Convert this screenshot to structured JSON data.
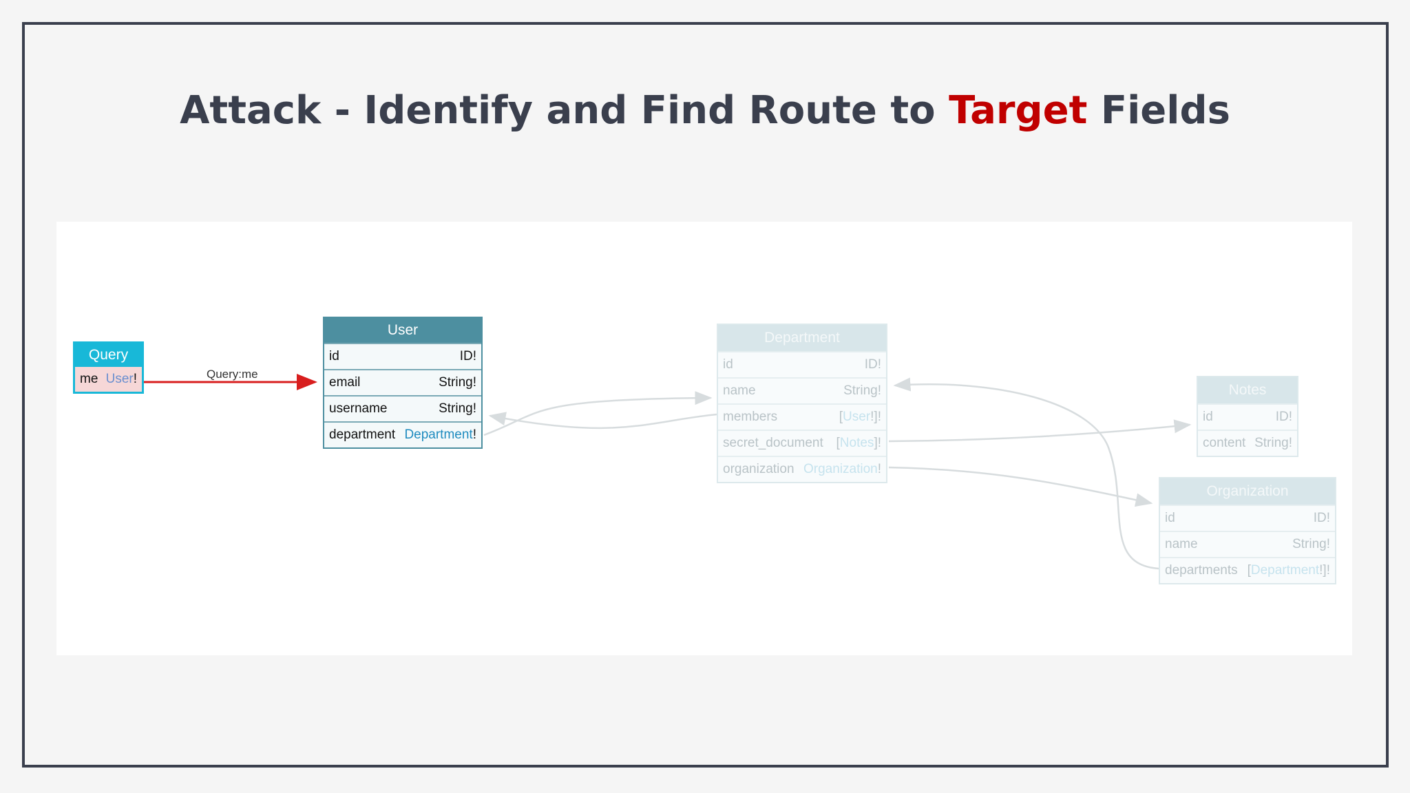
{
  "slide": {
    "title_prefix": "Attack - Identify and Find Route to ",
    "title_accent": "Target",
    "title_suffix": " Fields",
    "accent_color": "#c00000"
  },
  "diagram": {
    "edge_label": "Query:me",
    "query": {
      "header": "Query",
      "field": "me",
      "type": "User",
      "bang": "!"
    },
    "user": {
      "header": "User",
      "rows": [
        {
          "name": "id",
          "type": "ID!"
        },
        {
          "name": "email",
          "type": "String!"
        },
        {
          "name": "username",
          "type": "String!"
        },
        {
          "name": "department",
          "type": "Department",
          "bang": "!"
        }
      ]
    },
    "department": {
      "header": "Department",
      "rows": [
        {
          "name": "id",
          "type": "ID!"
        },
        {
          "name": "name",
          "type": "String!"
        },
        {
          "name": "members",
          "pre": "[",
          "type": "User",
          "post": "!]!"
        },
        {
          "name": "secret_document",
          "pre": "[",
          "type": "Notes",
          "post": "]!"
        },
        {
          "name": "organization",
          "type": "Organization",
          "post": "!"
        }
      ]
    },
    "notes": {
      "header": "Notes",
      "rows": [
        {
          "name": "id",
          "type": "ID!"
        },
        {
          "name": "content",
          "type": "String!"
        }
      ]
    },
    "organization": {
      "header": "Organization",
      "rows": [
        {
          "name": "id",
          "type": "ID!"
        },
        {
          "name": "name",
          "type": "String!"
        },
        {
          "name": "departments",
          "pre": "[",
          "type": "Department",
          "post": "!]!"
        }
      ]
    }
  }
}
